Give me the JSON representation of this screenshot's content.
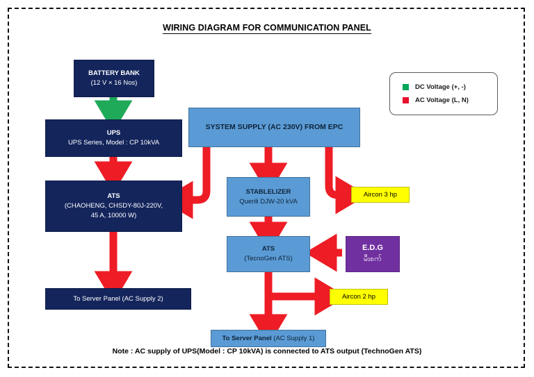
{
  "title": "WIRING DIAGRAM FOR COMMUNICATION PANEL",
  "note": "Note : AC supply of UPS(Model : CP 10kVA) is connected to ATS output (TechnoGen ATS)",
  "legend": {
    "items": [
      {
        "label": "DC Voltage (+, -)",
        "color": "#00a65a",
        "icon": "green-square-icon"
      },
      {
        "label": "AC Voltage (L, N)",
        "color": "#e8112d",
        "icon": "red-square-icon"
      }
    ]
  },
  "colors": {
    "navy": "#14255c",
    "light_blue": "#5b9bd5",
    "yellow": "#ffff00",
    "purple": "#7030a0",
    "dc_arrow": "#1faa59",
    "ac_arrow": "#ee1c25",
    "border": "#111111"
  },
  "nodes": {
    "battery_bank": {
      "line1": "BATTERY BANK",
      "line2": "(12 V × 16 Nos)"
    },
    "ups": {
      "line1": "UPS",
      "line2": "UPS Series, Model : CP 10kVA"
    },
    "ats_chaoheng": {
      "line1": "ATS",
      "line2": "(CHAOHENG, CHSDY-80J-220V,",
      "line3": "45 A, 10000 W)"
    },
    "system_supply": {
      "line1": "SYSTEM SUPPLY (AC 230V) FROM EPC"
    },
    "stabilizer": {
      "line1": "STABLELIZER",
      "line2": "Querili DJW-20 kVA"
    },
    "ats_tecnogen": {
      "line1": "ATS",
      "line2": "(TecnoGen ATS)"
    },
    "edg": {
      "line1": "E.D.G",
      "line2": "မီးစက်"
    },
    "aircon_3hp": {
      "line1": "Aircon 3 hp"
    },
    "aircon_2hp": {
      "line1": "Aircon 2 hp"
    },
    "server_panel_2": {
      "line1": "To Server Panel (AC Supply 2)"
    },
    "server_panel_1": {
      "bold": "To Server Panel",
      "regular": " (AC Supply 1)"
    }
  }
}
